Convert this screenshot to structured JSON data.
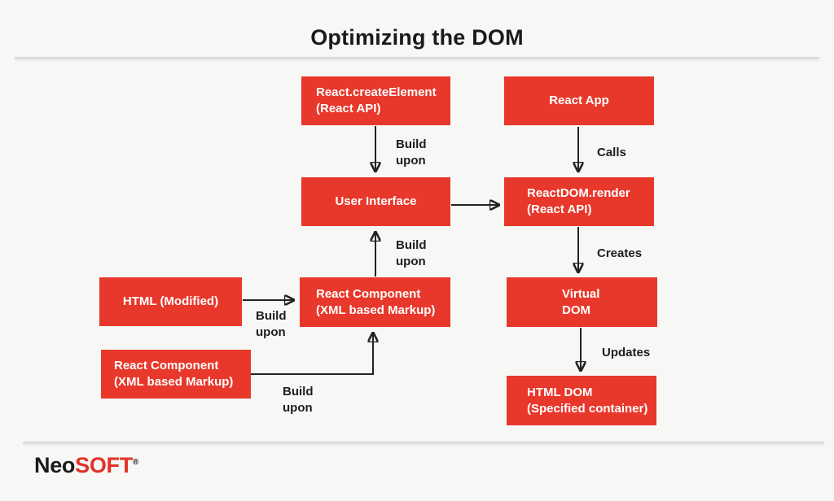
{
  "title": "Optimizing the DOM",
  "colors": {
    "accent": "#e8382b",
    "logo_red": "#e23127",
    "ink": "#1a1a1a",
    "bg": "#f7f7f6"
  },
  "diagram": {
    "nodes": {
      "react_create_element": {
        "label": "React.createElement\n(React API)"
      },
      "react_app": {
        "label": "React App"
      },
      "user_interface": {
        "label": "User Interface"
      },
      "reactdom_render": {
        "label": "ReactDOM.render\n(React API)"
      },
      "html_modified": {
        "label": "HTML (Modified)"
      },
      "react_component_mid": {
        "label": "React Component\n(XML based Markup)"
      },
      "virtual_dom": {
        "label": "Virtual\nDOM"
      },
      "react_component_bottom": {
        "label": "React Component\n(XML based Markup)"
      },
      "html_dom": {
        "label": "HTML DOM\n(Specified container)"
      }
    },
    "edges": {
      "build_upon_top": {
        "label": "Build\nupon"
      },
      "calls": {
        "label": "Calls"
      },
      "build_upon_mid": {
        "label": "Build\nupon"
      },
      "creates": {
        "label": "Creates"
      },
      "build_upon_left": {
        "label": "Build\nupon"
      },
      "updates": {
        "label": "Updates"
      },
      "build_upon_bottom": {
        "label": "Build\nupon"
      }
    }
  },
  "footer": {
    "logo_black": "Neo",
    "logo_red": "SOFT",
    "logo_reg": "®"
  }
}
